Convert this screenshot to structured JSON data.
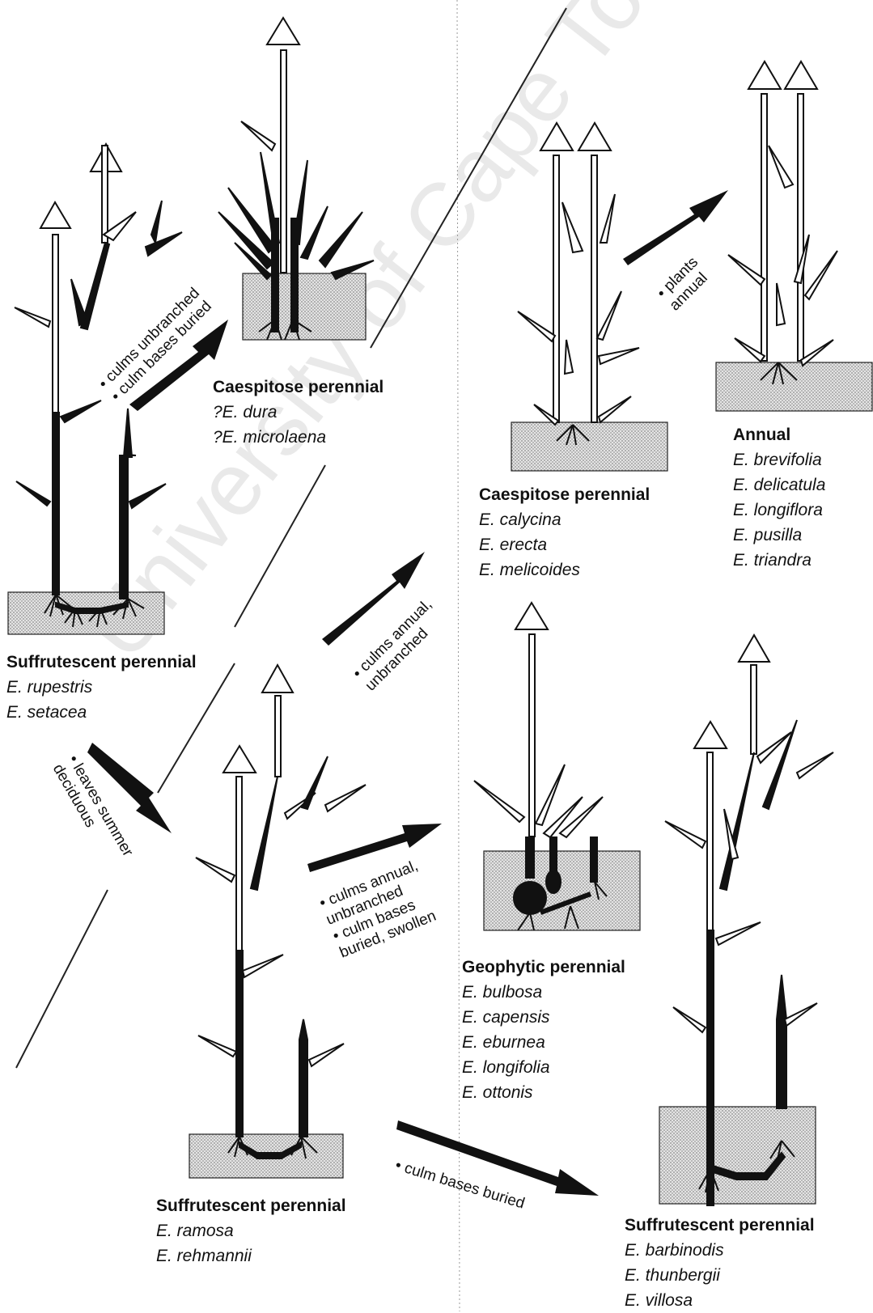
{
  "watermark": "University of Cape Town",
  "groups": [
    {
      "id": "g1",
      "title": "Suffrutescent perennial",
      "species": [
        "E. rupestris",
        "E. setacea"
      ]
    },
    {
      "id": "g2",
      "title": "Caespitose perennial",
      "species": [
        "?E. dura",
        "?E. microlaena"
      ]
    },
    {
      "id": "g3",
      "title": "Caespitose perennial",
      "species": [
        "E. calycina",
        "E. erecta",
        "E. melicoides"
      ]
    },
    {
      "id": "g4",
      "title": "Annual",
      "species": [
        "E. brevifolia",
        "E. delicatula",
        "E. longiflora",
        "E. pusilla",
        "E. triandra"
      ]
    },
    {
      "id": "g5",
      "title": "Geophytic perennial",
      "species": [
        "E. bulbosa",
        "E. capensis",
        "E. eburnea",
        "E. longifolia",
        "E. ottonis"
      ]
    },
    {
      "id": "g6",
      "title": "Suffrutescent perennial",
      "species": [
        "E. ramosa",
        "E. rehmannii"
      ]
    },
    {
      "id": "g7",
      "title": "Suffrutescent perennial",
      "species": [
        "E. barbinodis",
        "E. thunbergii",
        "E. villosa"
      ]
    }
  ],
  "transitions": [
    {
      "id": "t1",
      "lines": [
        "• culms unbranched",
        "• culm bases buried"
      ]
    },
    {
      "id": "t2",
      "lines": [
        "• plants",
        "annual"
      ]
    },
    {
      "id": "t3",
      "lines": [
        "• culms annual,",
        "unbranched"
      ]
    },
    {
      "id": "t4",
      "lines": [
        "• leaves summer",
        "deciduous"
      ]
    },
    {
      "id": "t5",
      "lines": [
        "• culms annual,",
        "unbranched",
        "• culm bases",
        "buried, swollen"
      ]
    },
    {
      "id": "t6",
      "lines": [
        "• culm bases buried"
      ]
    }
  ]
}
